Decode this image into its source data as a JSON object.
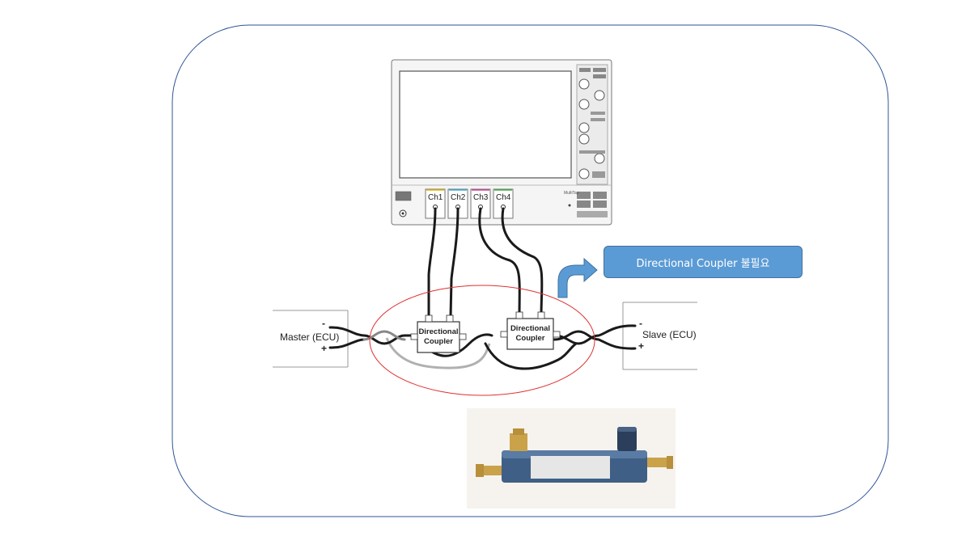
{
  "callout": {
    "text": "Directional Coupler 불필요"
  },
  "master": {
    "label": "Master (ECU)",
    "minus": "-",
    "plus": "+"
  },
  "slave": {
    "label": "Slave (ECU)",
    "minus": "-",
    "plus": "+"
  },
  "couplers": [
    {
      "line1": "Directional",
      "line2": "Coupler"
    },
    {
      "line1": "Directional",
      "line2": "Coupler"
    }
  ],
  "channels": [
    "Ch1",
    "Ch2",
    "Ch3",
    "Ch4"
  ],
  "scope": {
    "badge": "MultiTap"
  },
  "colors": {
    "frame": "#2f5597",
    "callout": "#5b9bd5",
    "highlight_ellipse": "#e03030",
    "cable_black": "#1a1a1a",
    "cable_gray": "#b0b0b0",
    "coupler_device": "#35557a"
  }
}
